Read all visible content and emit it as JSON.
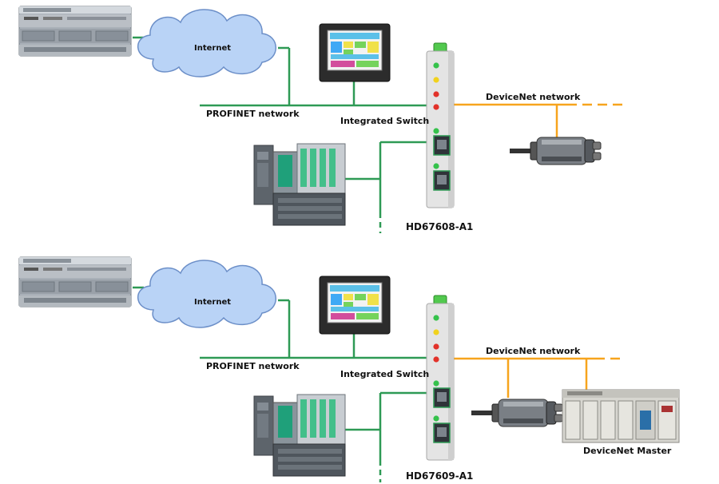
{
  "colors": {
    "profinet": "#2e9a55",
    "devicenet": "#f7a41d",
    "cloud_fill": "#b9d3f6",
    "cloud_stroke": "#6c8fc8",
    "gateway_body": "#e4e4e4",
    "gateway_cap": "#52c94e",
    "led_green": "#35c24b",
    "led_yellow": "#f1d21e",
    "led_red": "#e2322a"
  },
  "diagrams": [
    {
      "internet": "Internet",
      "profinet_label": "PROFINET network",
      "switch_label": "Integrated Switch",
      "devicenet_label": "DeviceNet network",
      "gateway_label": "HD67608-A1"
    },
    {
      "internet": "Internet",
      "profinet_label": "PROFINET network",
      "switch_label": "Integrated Switch",
      "devicenet_label": "DeviceNet network",
      "gateway_label": "HD67609-A1",
      "master_label": "DeviceNet Master"
    }
  ]
}
